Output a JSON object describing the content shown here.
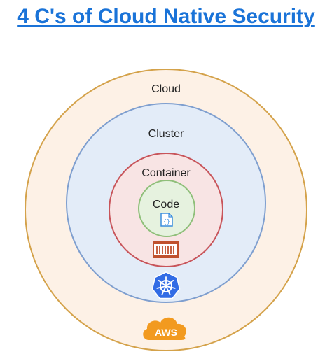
{
  "title": "4 C's of Cloud Native Security",
  "layers": [
    {
      "label": "Cloud",
      "fill": "#fdf1e6",
      "stroke": "#d4a24a"
    },
    {
      "label": "Cluster",
      "fill": "#e3ecf8",
      "stroke": "#7f9fcf"
    },
    {
      "label": "Container",
      "fill": "#f8e4e4",
      "stroke": "#c8545a"
    },
    {
      "label": "Code",
      "fill": "#e6f2df",
      "stroke": "#8fbf7a"
    }
  ],
  "icons": {
    "code": "code-file-icon",
    "container": "container-icon",
    "cluster": "kubernetes-icon",
    "cloud": "aws-cloud-icon",
    "aws_label": "AWS"
  },
  "colors": {
    "title": "#1a73d8",
    "kubernetes": "#326ce5",
    "aws": "#f29a1f",
    "container_icon": "#c0512e"
  }
}
